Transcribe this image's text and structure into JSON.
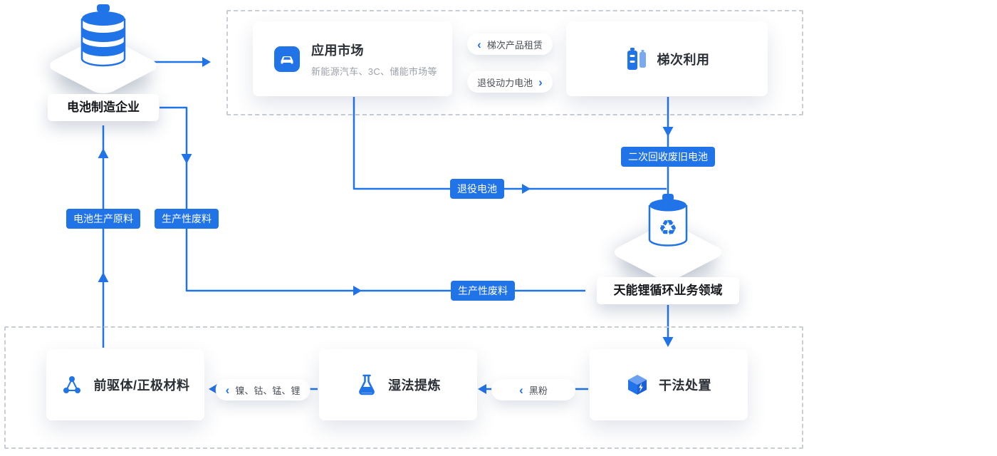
{
  "colors": {
    "accent": "#2173e8",
    "badge_bg": "#2173e8",
    "card_bg": "#ffffff"
  },
  "manufacturer": {
    "label": "电池制造企业",
    "icon": "battery-stack-icon"
  },
  "top_box": {
    "app_market": {
      "title": "应用市场",
      "subtitle": "新能源汽车、3C、储能市场等",
      "icon": "ev-car-icon"
    },
    "pill_lease": {
      "chevron": "‹",
      "label": "梯次产品租赁"
    },
    "pill_retired": {
      "label": "退役动力电池",
      "chevron": "›"
    },
    "cascade": {
      "title": "梯次利用",
      "icon": "battery-cells-icon"
    }
  },
  "badges": {
    "raw_material": "电池生产原料",
    "production_waste_from_manufacturer": "生产性废料",
    "retired_battery": "退役电池",
    "production_waste_to_hub": "生产性废料",
    "secondary_recycled": "二次回收废旧电池"
  },
  "hub": {
    "label": "天能锂循环业务领域",
    "icon": "recycle-battery-icon"
  },
  "bottom_box": {
    "precursor": {
      "title": "前驱体/正极材料",
      "icon": "molecule-icon"
    },
    "pill_metals": {
      "chevron": "‹",
      "label": "镍、钴、锰、锂"
    },
    "wet_refining": {
      "title": "湿法提炼",
      "icon": "flask-icon"
    },
    "pill_black_powder": {
      "chevron": "‹",
      "label": "黑粉"
    },
    "dry_processing": {
      "title": "干法处置",
      "icon": "cube-icon"
    }
  }
}
